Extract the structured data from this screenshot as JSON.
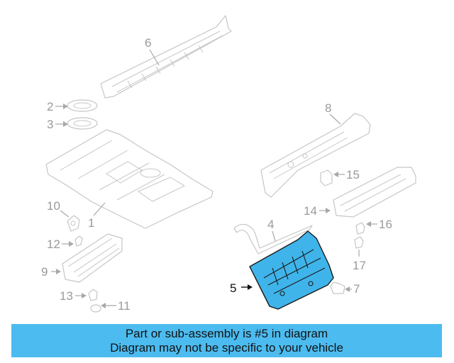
{
  "diagram": {
    "callouts": [
      "1",
      "2",
      "3",
      "4",
      "5",
      "6",
      "7",
      "8",
      "9",
      "10",
      "11",
      "12",
      "13",
      "14",
      "15",
      "16",
      "17"
    ],
    "highlighted_part": "5",
    "colors": {
      "highlight": "#3fb4ea",
      "linework": "#c6c6c6",
      "label": "#9a9a9a",
      "banner": "#4cbcf0"
    }
  },
  "banner": {
    "line1": "Part or sub-assembly is #5 in diagram",
    "line2": "Diagram may not be specific to your vehicle"
  }
}
